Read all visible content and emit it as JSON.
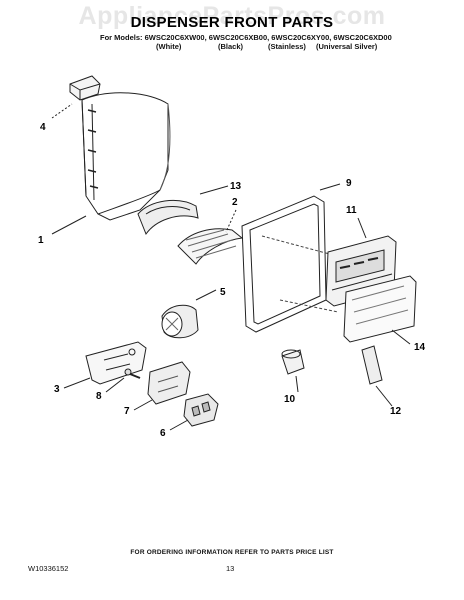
{
  "header": {
    "watermark": "AppliancePartsPros.com",
    "title": "DISPENSER FRONT PARTS",
    "models_line": "For Models: 6WSC20C6XW00, 6WSC20C6XB00, 6WSC20C6XY00, 6WSC20C6XD00",
    "variants": [
      "(White)",
      "(Black)",
      "(Stainless)",
      "(Universal Silver)"
    ]
  },
  "callouts": [
    "1",
    "2",
    "3",
    "4",
    "5",
    "6",
    "7",
    "8",
    "9",
    "10",
    "11",
    "12",
    "13",
    "14"
  ],
  "footer": {
    "ordering_note": "FOR ORDERING INFORMATION REFER TO PARTS PRICE LIST",
    "document_number": "W10336152",
    "page_number": "13"
  }
}
